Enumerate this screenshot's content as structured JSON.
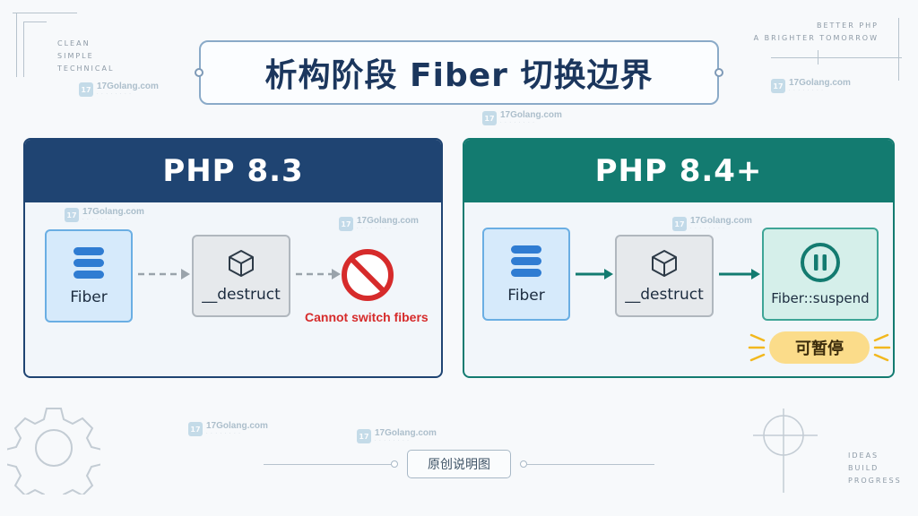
{
  "title": "析构阶段 Fiber 切换边界",
  "corner_top_left": [
    "CLEAN",
    "SIMPLE",
    "TECHNICAL"
  ],
  "corner_top_right": [
    "BETTER PHP",
    "A BRIGHTER TOMORROW"
  ],
  "corner_bottom_right": [
    "IDEAS",
    "BUILD",
    "PROGRESS"
  ],
  "watermark": "17Golang.com",
  "left_panel": {
    "header": "PHP 8.3",
    "fiber_label": "Fiber",
    "destruct_label": "__destruct",
    "error_text": "Cannot switch fibers"
  },
  "right_panel": {
    "header": "PHP 8.4+",
    "fiber_label": "Fiber",
    "destruct_label": "__destruct",
    "suspend_label": "Fiber::suspend",
    "badge": "可暂停"
  },
  "caption": "原创说明图",
  "colors": {
    "left_header": "#1f4472",
    "right_header": "#137b70",
    "error_red": "#d62b2b",
    "badge_yellow": "#fbdc8a"
  }
}
